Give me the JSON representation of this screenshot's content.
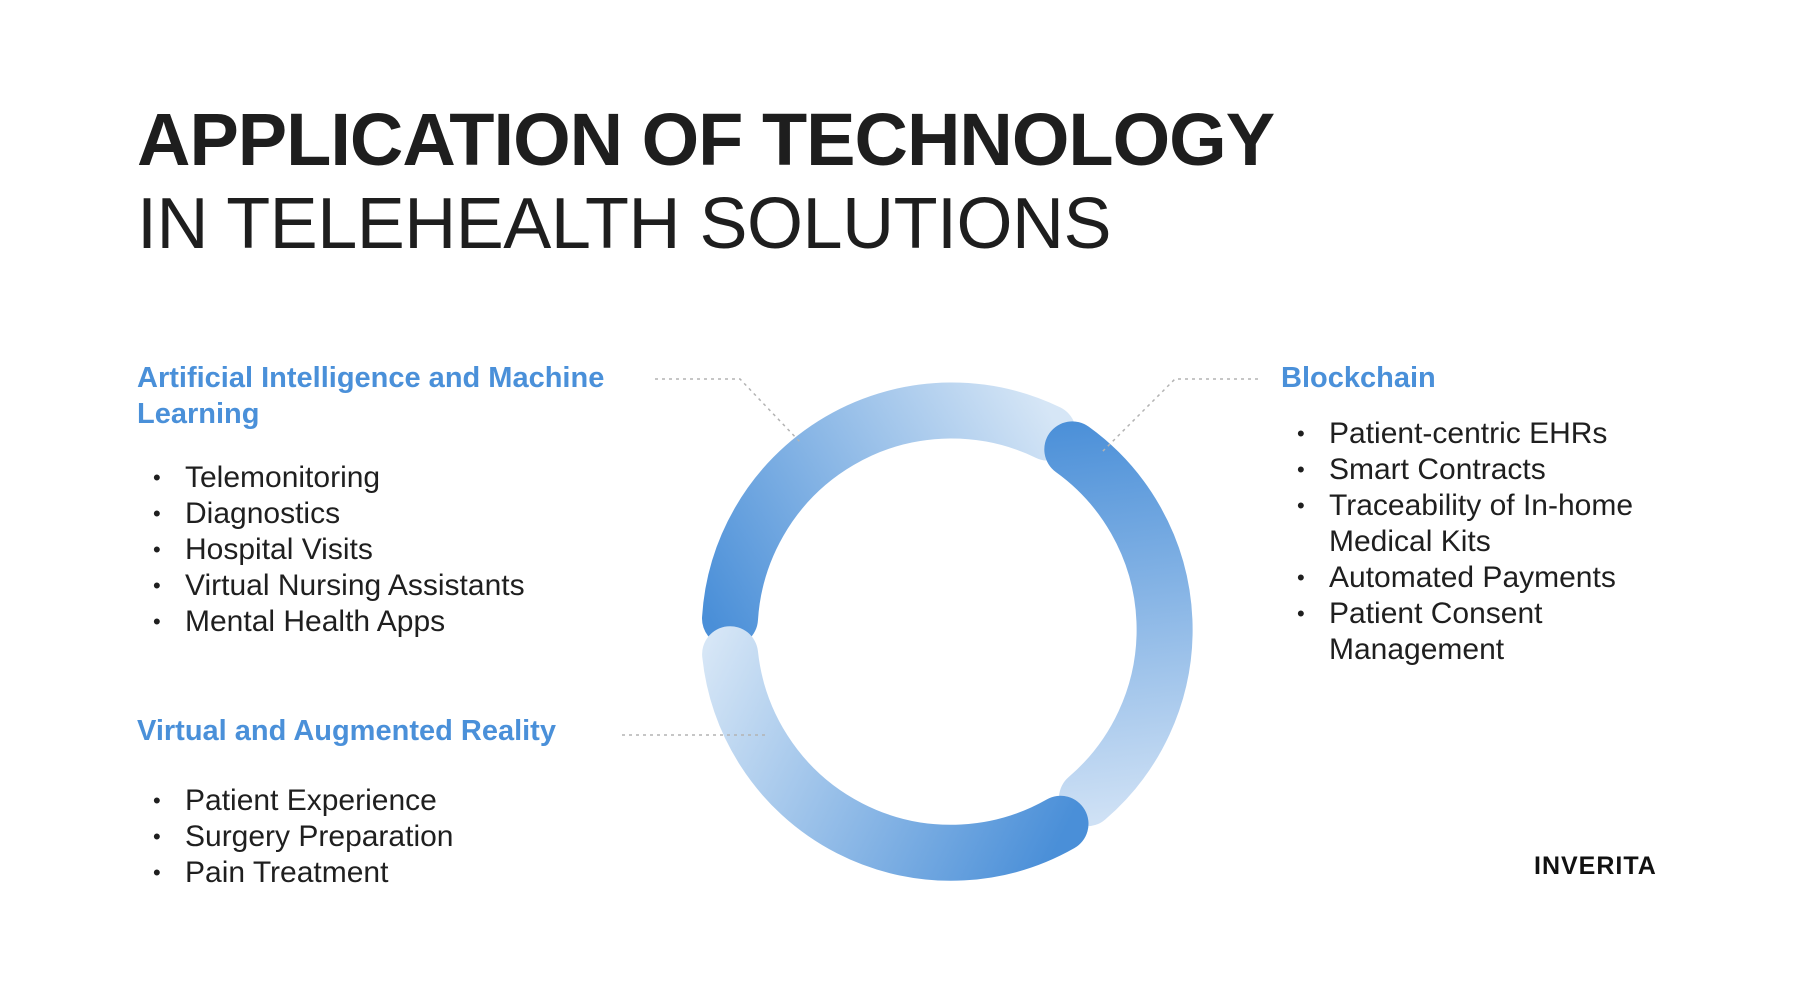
{
  "title": {
    "line1": "APPLICATION OF TECHNOLOGY",
    "line2": "IN TELEHEALTH SOLUTIONS"
  },
  "sections": {
    "ai": {
      "heading": "Artificial Intelligence and Machine Learning",
      "items": [
        "Telemonitoring",
        "Diagnostics",
        "Hospital Visits",
        "Virtual Nursing Assistants",
        "Mental Health Apps"
      ]
    },
    "vr": {
      "heading": "Virtual and Augmented Reality",
      "items": [
        "Patient Experience",
        "Surgery Preparation",
        "Pain Treatment"
      ]
    },
    "blockchain": {
      "heading": "Blockchain",
      "items": [
        "Patient-centric EHRs",
        "Smart Contracts",
        "Traceability of In-home Medical Kits",
        "Automated Payments",
        "Patient Consent Management"
      ]
    }
  },
  "colors": {
    "accent": "#4a90d9",
    "ring_dark": "#4a8fd8",
    "ring_light": "#d6e6f6"
  },
  "logo": "INVERITA"
}
